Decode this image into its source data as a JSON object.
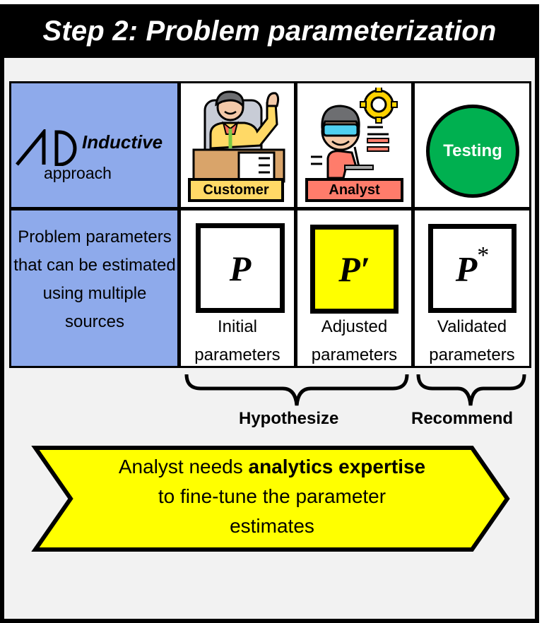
{
  "title": "Step 2: Problem parameterization",
  "header_row": {
    "logo_text": "AD",
    "approach_bold": "Inductive",
    "approach_text": "approach",
    "roles": [
      {
        "label": "Customer",
        "icon": "customer-at-desk-icon",
        "label_color": "#ffd966"
      },
      {
        "label": "Analyst",
        "icon": "analyst-with-laptop-icon",
        "label_color": "#ff7c6b"
      },
      {
        "label": "Testing",
        "icon": "green-circle",
        "fill_color": "#00b050"
      }
    ]
  },
  "param_row": {
    "description": "Problem parameters that can be estimated using multiple sources",
    "params": [
      {
        "symbol": "P",
        "mark": "",
        "label_line1": "Initial",
        "label_line2": "parameters",
        "fill": "#ffffff"
      },
      {
        "symbol": "P",
        "mark": "′",
        "label_line1": "Adjusted",
        "label_line2": "parameters",
        "fill": "#ffff00"
      },
      {
        "symbol": "P",
        "mark": "*",
        "label_line1": "Validated",
        "label_line2": "parameters",
        "fill": "#ffffff"
      }
    ]
  },
  "braces": [
    {
      "label": "Hypothesize"
    },
    {
      "label": "Recommend"
    }
  ],
  "callout": {
    "line1_normal": "Analyst needs ",
    "line1_bold": "analytics expertise",
    "line2": "to fine-tune the parameter",
    "line3": "estimates",
    "fill": "#ffff00"
  },
  "colors": {
    "header_bg": "#000000",
    "panel_bg": "#f2f2f2",
    "label_cell_bg": "#8eaaeb"
  }
}
